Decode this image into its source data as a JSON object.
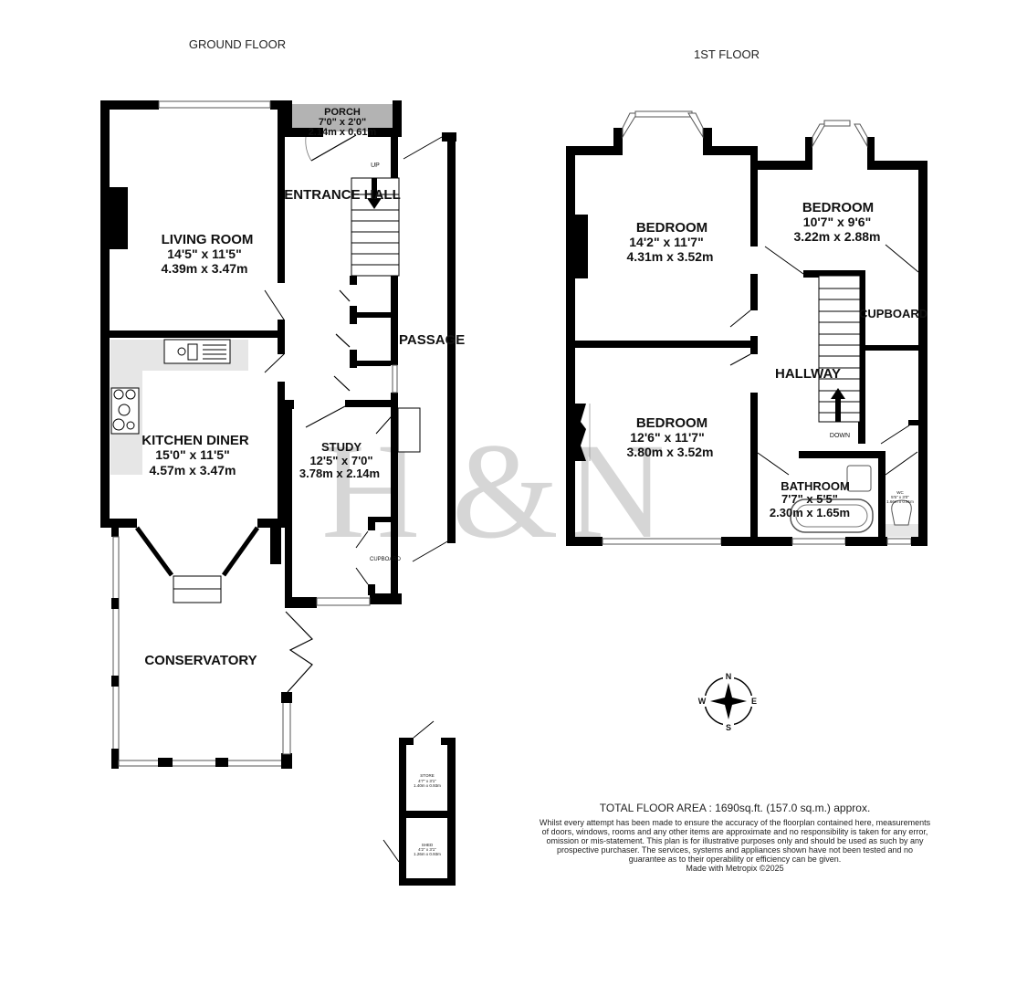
{
  "floors": {
    "ground": {
      "title": "GROUND FLOOR",
      "rooms": {
        "porch": {
          "name": "PORCH",
          "imperial": "7'0\"  x 2'0\"",
          "metric": "2.14m  x 0.61m"
        },
        "entrance_hall": {
          "name": "ENTRANCE HALL"
        },
        "living_room": {
          "name": "LIVING ROOM",
          "imperial": "14'5\"  x 11'5\"",
          "metric": "4.39m  x 3.47m"
        },
        "kitchen_diner": {
          "name": "KITCHEN DINER",
          "imperial": "15'0\"  x 11'5\"",
          "metric": "4.57m  x 3.47m"
        },
        "study": {
          "name": "STUDY",
          "imperial": "12'5\"  x 7'0\"",
          "metric": "3.78m  x 2.14m"
        },
        "passage": {
          "name": "PASSAGE"
        },
        "cupboard": {
          "name": "CUPBOARD"
        },
        "conservatory": {
          "name": "CONSERVATORY"
        },
        "store": {
          "name": "STORE",
          "imperial": "4'7\" x 3'1\"",
          "metric": "1.40m x 0.93m"
        },
        "shed": {
          "name": "SHED",
          "imperial": "4'2\" x 3'1\"",
          "metric": "1.26m x 0.93m"
        }
      },
      "stairs_label": "UP"
    },
    "first": {
      "title": "1ST FLOOR",
      "rooms": {
        "bedroom1": {
          "name": "BEDROOM",
          "imperial": "14'2\"  x 11'7\"",
          "metric": "4.31m  x 3.52m"
        },
        "bedroom2": {
          "name": "BEDROOM",
          "imperial": "10'7\"  x 9'6\"",
          "metric": "3.22m  x 2.88m"
        },
        "bedroom3": {
          "name": "BEDROOM",
          "imperial": "12'6\"  x 11'7\"",
          "metric": "3.80m  x 3.52m"
        },
        "hallway": {
          "name": "HALLWAY"
        },
        "cupboard": {
          "name": "CUPBOARD"
        },
        "bathroom": {
          "name": "BATHROOM",
          "imperial": "7'7\"  x 5'5\"",
          "metric": "2.30m  x 1.65m"
        },
        "wc": {
          "name": "WC",
          "imperial": "5'5\" x 3'0\"",
          "metric": "1.66m x 0.91m"
        }
      },
      "stairs_label": "DOWN"
    }
  },
  "compass": {
    "n": "N",
    "e": "E",
    "s": "S",
    "w": "W"
  },
  "watermark": {
    "left": "H",
    "mid": "&",
    "right": "N"
  },
  "footer": {
    "total_area": "TOTAL FLOOR AREA : 1690sq.ft. (157.0 sq.m.) approx.",
    "disclaimer": "Whilst every attempt has been made to ensure the accuracy of the floorplan contained here, measurements of doors, windows, rooms and any other items are approximate and no responsibility is taken for any error, omission or mis-statement. This plan is for illustrative purposes only and should be used as such by any prospective purchaser. The services, systems and appliances shown have not been tested and no guarantee as to their operability or efficiency can be given.",
    "credit": "Made with Metropix ©2025"
  },
  "colors": {
    "wall": "#000000",
    "porch_fill": "#b3b3b3",
    "worktop": "#e6e6e6",
    "watermark": "#d6d6d6"
  }
}
